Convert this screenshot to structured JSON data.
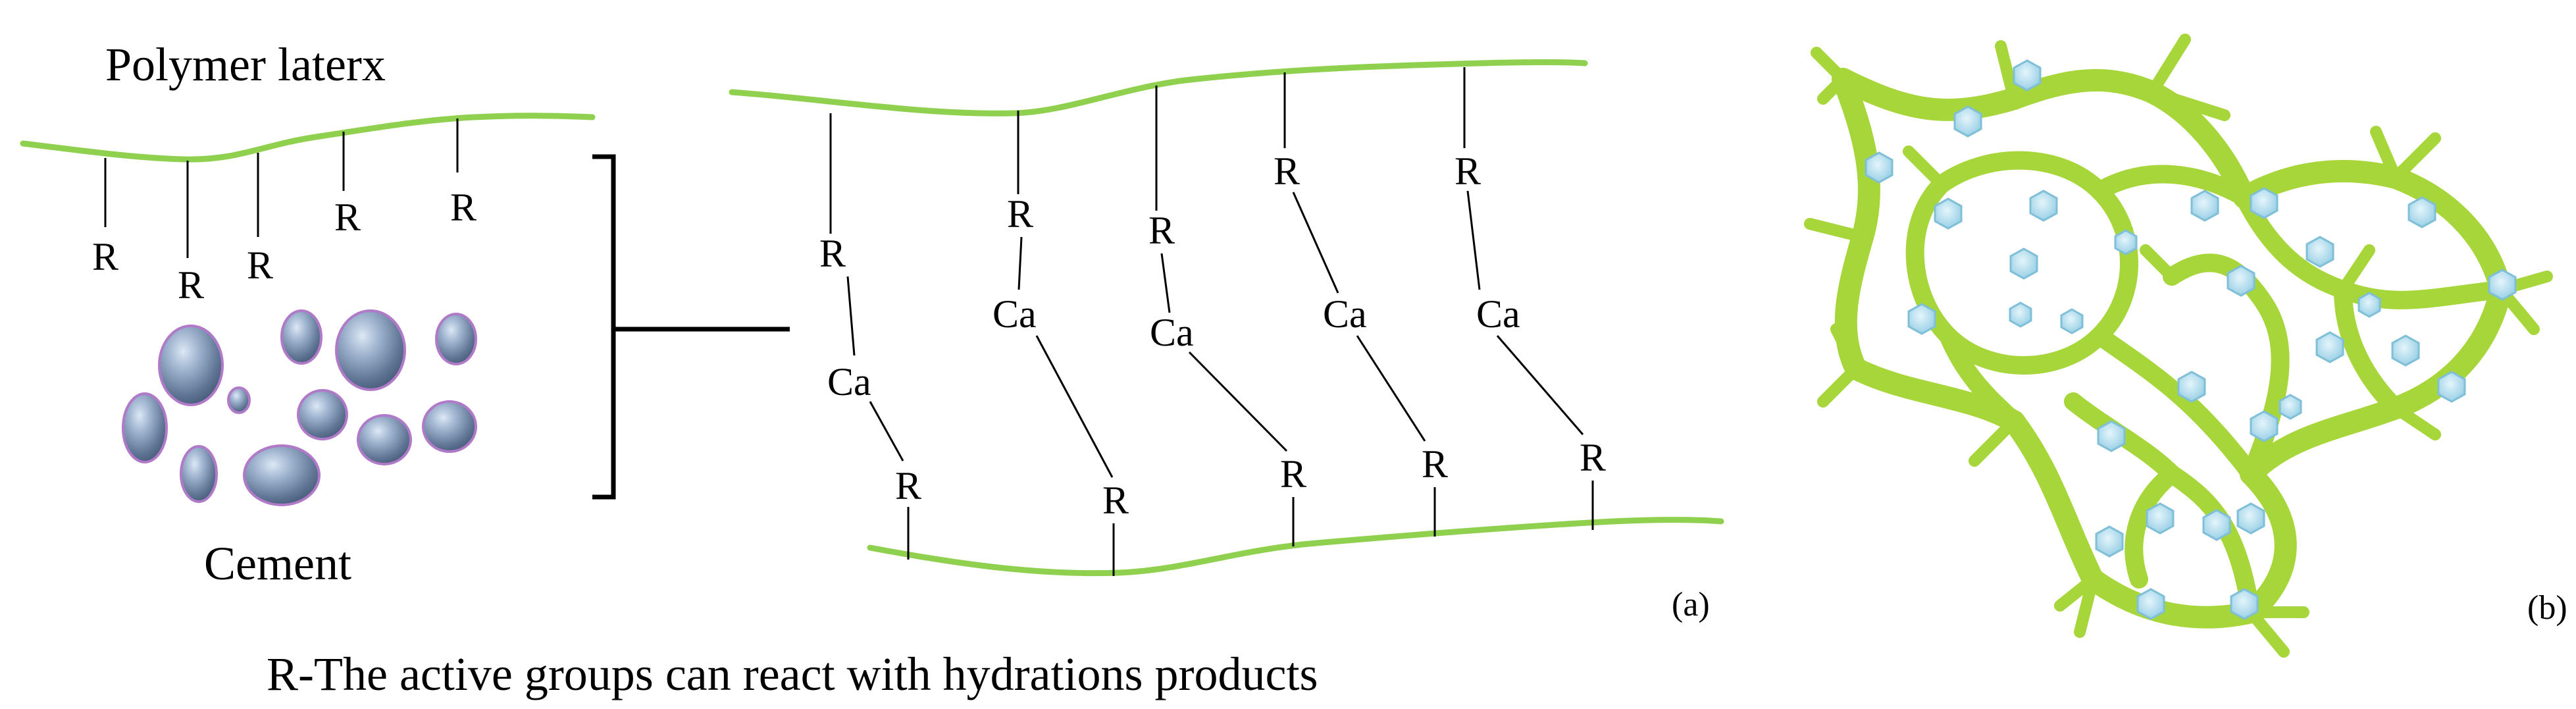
{
  "diagram": {
    "polymer_label": "Polymer laterx",
    "cement_label": "Cement",
    "caption": "R-The active groups can react with hydrations products",
    "panel_a_label": "(a)",
    "panel_b_label": "(b)",
    "group_label": "R",
    "calcium_label": "Ca"
  },
  "colors": {
    "latex_line": "#8fd14f",
    "cement_particle": "#7a93b3",
    "cement_outline": "#b07ac8",
    "network_strand": "#a6d63a",
    "hydration_crystal": "#a9d9ea",
    "ink": "#000000"
  }
}
